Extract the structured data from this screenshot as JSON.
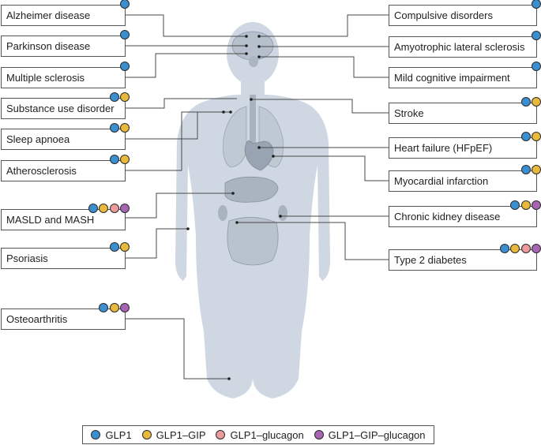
{
  "drug_colors": {
    "glp1": "#3a8fd0",
    "glp1_gip": "#e8b93a",
    "glp1_glucagon": "#ec9a9c",
    "glp1_gip_glucagon": "#a764b2"
  },
  "conditions": {
    "alzheimer": {
      "label": "Alzheimer disease",
      "drugs": [
        "glp1"
      ]
    },
    "parkinson": {
      "label": "Parkinson disease",
      "drugs": [
        "glp1"
      ]
    },
    "multiple_sclerosis": {
      "label": "Multiple sclerosis",
      "drugs": [
        "glp1"
      ]
    },
    "substance_use": {
      "label": "Substance use disorder",
      "drugs": [
        "glp1",
        "glp1_gip"
      ]
    },
    "sleep_apnoea": {
      "label": "Sleep apnoea",
      "drugs": [
        "glp1",
        "glp1_gip"
      ]
    },
    "atherosclerosis": {
      "label": "Atherosclerosis",
      "drugs": [
        "glp1",
        "glp1_gip"
      ]
    },
    "masld": {
      "label": "MASLD and MASH",
      "drugs": [
        "glp1",
        "glp1_gip",
        "glp1_glucagon",
        "glp1_gip_glucagon"
      ]
    },
    "psoriasis": {
      "label": "Psoriasis",
      "drugs": [
        "glp1",
        "glp1_gip"
      ]
    },
    "osteoarthritis": {
      "label": "Osteoarthritis",
      "drugs": [
        "glp1",
        "glp1_gip",
        "glp1_gip_glucagon"
      ]
    },
    "compulsive": {
      "label": "Compulsive disorders",
      "drugs": [
        "glp1"
      ]
    },
    "als": {
      "label": "Amyotrophic lateral sclerosis",
      "drugs": [
        "glp1"
      ]
    },
    "mci": {
      "label": "Mild cognitive impairment",
      "drugs": [
        "glp1"
      ]
    },
    "stroke": {
      "label": "Stroke",
      "drugs": [
        "glp1",
        "glp1_gip"
      ]
    },
    "heart_failure": {
      "label": "Heart failure (HFpEF)",
      "drugs": [
        "glp1",
        "glp1_gip"
      ]
    },
    "mi": {
      "label": "Myocardial infarction",
      "drugs": [
        "glp1",
        "glp1_gip"
      ]
    },
    "ckd": {
      "label": "Chronic kidney disease",
      "drugs": [
        "glp1",
        "glp1_gip",
        "glp1_gip_glucagon"
      ]
    },
    "t2d": {
      "label": "Type 2 diabetes",
      "drugs": [
        "glp1",
        "glp1_gip",
        "glp1_glucagon",
        "glp1_gip_glucagon"
      ]
    }
  },
  "legend": {
    "glp1": "GLP1",
    "glp1_gip": "GLP1–GIP",
    "glp1_glucagon": "GLP1–glucagon",
    "glp1_gip_glucagon": "GLP1–GIP–glucagon"
  }
}
